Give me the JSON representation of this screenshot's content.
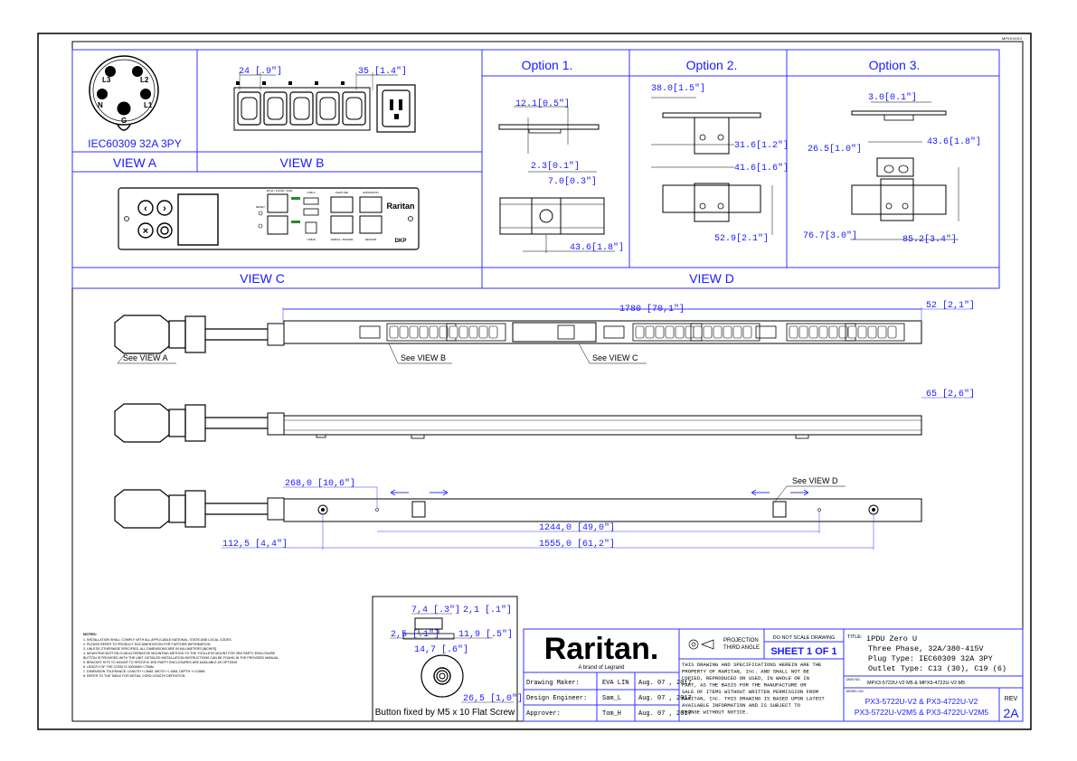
{
  "sheet_code": "MPXXXXXX",
  "views": {
    "view_a": {
      "label": "VIEW A",
      "caption": "IEC60309 32A 3PY",
      "pins": [
        "L3",
        "L2",
        "N",
        "L1",
        "G"
      ]
    },
    "view_b": {
      "label": "VIEW B",
      "dim_left": "24 [.9\"]",
      "dim_right": "35 [1.4\"]"
    },
    "view_c": {
      "label": "VIEW C",
      "panel_texts": [
        "RESET",
        "FEATURE",
        "EXPANSION",
        "ETH1 / 10/100 / 1000",
        "USB-A",
        "USB-B",
        "SENSOR",
        "DEBUG / MODEM",
        "Raritan",
        "DKP"
      ]
    },
    "view_d": {
      "label": "VIEW D"
    }
  },
  "options": {
    "option1": {
      "title": "Option 1.",
      "dims": [
        "12.1[0.5\"]",
        "2.3[0.1\"]",
        "7.0[0.3\"]",
        "43.6[1.8\"]"
      ]
    },
    "option2": {
      "title": "Option  2.",
      "dims": [
        "38.0[1.5\"]",
        "31.6[1.2\"]",
        "41.6[1.6\"]",
        "52.9[2.1\"]"
      ]
    },
    "option3": {
      "title": "Option 3.",
      "dims": [
        "3.0[0.1\"]",
        "26.5[1.0\"]",
        "43.6[1.8\"]",
        "76.7[3.0\"]",
        "85.2[3.4\"]"
      ]
    }
  },
  "elevation": {
    "length_dim": "1780 [70,1\"]",
    "width_dim": "52 [2,1\"]",
    "depth_dim": "65 [2,6\"]",
    "see_view_a": "See VIEW A",
    "see_view_b": "See VIEW B",
    "see_view_c": "See VIEW C",
    "see_view_d": "See VIEW D",
    "dim_268": "268,0 [10,6\"]",
    "dim_1244": "1244,0 [49,0\"]",
    "dim_112": "112,5 [4,4\"]",
    "dim_1555": "1555,0 [61,2\"]"
  },
  "button_detail": {
    "dims": [
      "7,4 [.3\"]",
      "2,1 [.1\"]",
      "2,5 [.1\"]",
      "11,9 [.5\"]",
      "14,7 [.6\"]",
      "26,5 [1,0\"]"
    ],
    "caption": "Button fixed by M5 x 10 Flat Screw"
  },
  "notes": {
    "title": "NOTES:",
    "items": [
      "1. INSTALLATION SHALL COMPLY WITH ALL APPLICABLE NATIONAL, STATE AND LOCAL CODES.",
      "2. PLEASE REFER TO PRODUCT DOCUMENTATION FOR FURTHER INFORMATION.",
      "3. UNLESS OTHERWISE SPECIFIED, ALL DIMENSIONS ARE IN MILLIMETERS [INCHES].",
      "4. MOUNTING BUTTON IS AN ALTERNATIVE MOUNTING METHOD TO THE TOOLLESS MOUNT FOR 3RD PARTY ENCLOSURE.",
      "   BUTTON IS PROVIDED WITH THE UNIT. DETAILED INSTALLATION INSTRUCTIONS CAN BE FOUND IN THE PROVIDED MANUAL.",
      "5. BRACKET KITS TO MOUNT TO SPECIFIC 3RD PARTY ENCLOSURES ARE AVAILABLE AS OPTIONS",
      "6. LENGTH OF THE CORD IS 3000MM+/-70MM",
      "7. DIMENSION TOLERANCE: LENGTH +/-3MM, WIDTH +/-1MM, DEPTH +/-0.5MM",
      "8. REFER TO THE TABLE FOR DETAIL CORD LENGTH DEFINITION"
    ]
  },
  "title_block": {
    "logo": "Raritan.",
    "logo_sub": "A brand of Legrand",
    "rows": [
      {
        "role": "Drawing Maker:",
        "name": "EVA LIN",
        "date": "Aug. 07 , 2017"
      },
      {
        "role": "Design Engineer:",
        "name": "Sam_L",
        "date": "Aug. 07 , 2017"
      },
      {
        "role": "Approver:",
        "name": "Tom_H",
        "date": "Aug. 07 , 2017"
      }
    ],
    "projection": "PROJECTION",
    "projection2": "THIRD ANGLE",
    "do_not_scale": "DO NOT SCALE DRAWING",
    "sheet": "SHEET 1 OF 1",
    "disclaimer": [
      "THIS DRAWING AND SPECIFICATIONS HEREIN ARE THE",
      "PROPERTY OF RARITAN, Inc. AND SHALL NOT BE",
      "COPIED, REPRODUCED OR USED, IN WHOLE OR IN",
      "PART, AS THE BASIS FOR THE MANUFACTURE OR",
      "SALE OF ITEMS WITHOUT WRITTEN PERMISSION FROM",
      "RARITAN, Inc. THIS DRAWING IS BASED UPON LATEST",
      "AVAILABLE INFORMATION AND IS SUBJECT TO",
      "CHANGE WITHOUT NOTICE."
    ],
    "title_label": "TITLE:",
    "title_lines": [
      "iPDU Zero U",
      "Three Phase, 32A/380-415V",
      "Plug Type: IEC60309 32A 3PY",
      "Outlet Type: C13 (30), C19 (6)"
    ],
    "dwg_label": "DWG NO.",
    "dwg_no": "MPX3-5722U-V2 M5 & MPX3-4722U-V2 M5",
    "model_label": "MODEL NO.",
    "model_line1": "PX3-5722U-V2 & PX3-4722U-V2",
    "model_line2": "PX3-5722U-V2M5 & PX3-4722U-V2M5",
    "rev_label": "REV",
    "rev": "2A"
  },
  "colors": {
    "accent": "#1a1aff",
    "line": "#000000"
  }
}
